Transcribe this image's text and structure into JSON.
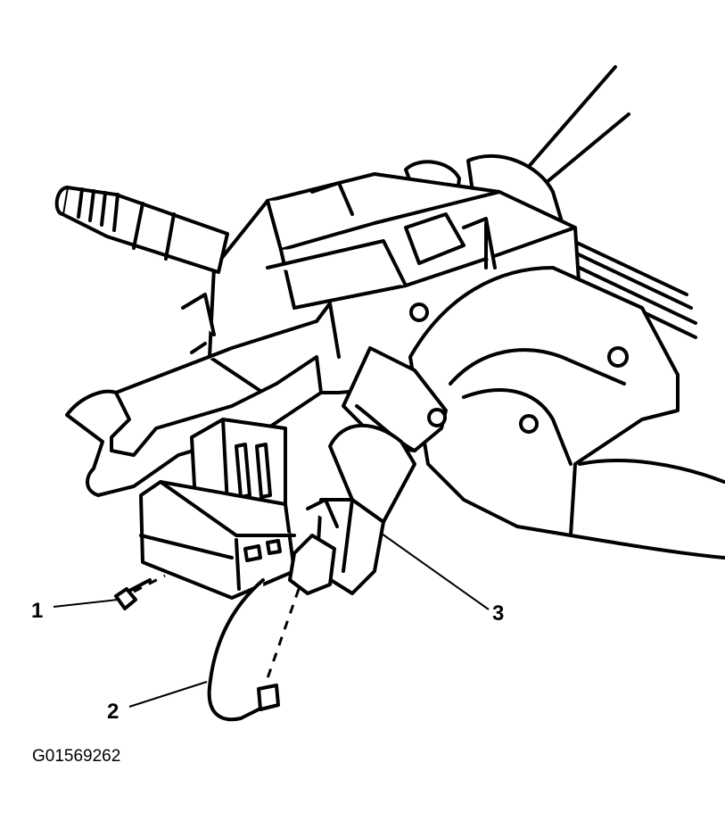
{
  "diagram": {
    "callouts": [
      {
        "id": "1",
        "label": "1"
      },
      {
        "id": "2",
        "label": "2"
      },
      {
        "id": "3",
        "label": "3"
      }
    ],
    "figure_code": "G01569262"
  },
  "colors": {
    "ink": "#000000",
    "paper": "#ffffff"
  }
}
